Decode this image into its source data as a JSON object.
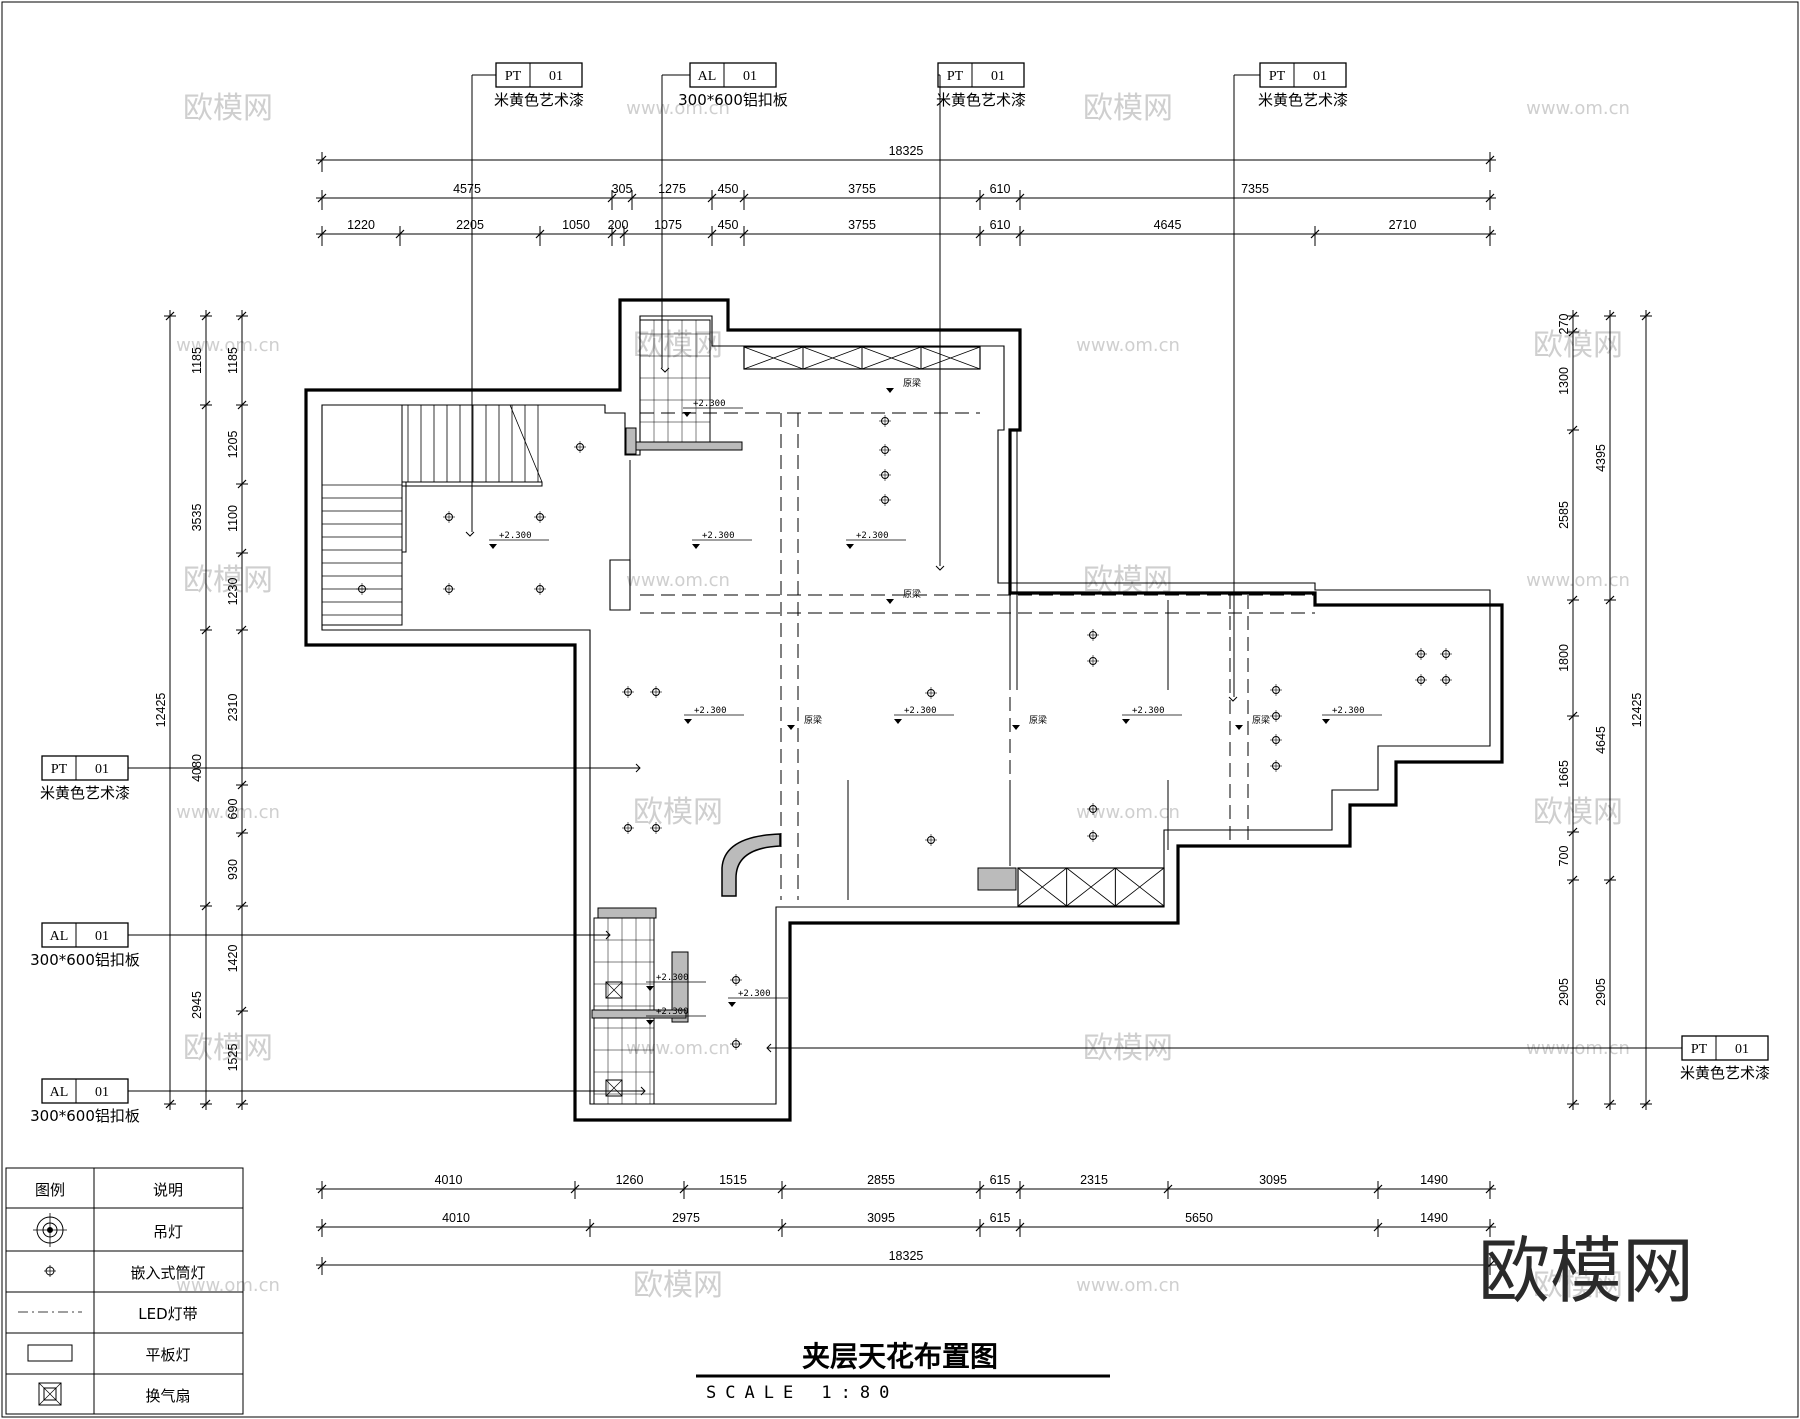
{
  "title": "夹层天花布置图",
  "scale": "SCALE 1:80",
  "logo": "欧模网",
  "watermark": {
    "cn": "欧模网",
    "url": "www.om.cn"
  },
  "annotation_tags": [
    {
      "code": "PT",
      "num": "01",
      "desc": "米黄色艺术漆"
    },
    {
      "code": "AL",
      "num": "01",
      "desc": "300*600铝扣板"
    },
    {
      "code": "PT",
      "num": "01",
      "desc": "米黄色艺术漆"
    },
    {
      "code": "PT",
      "num": "01",
      "desc": "米黄色艺术漆"
    },
    {
      "code": "PT",
      "num": "01",
      "desc": "米黄色艺术漆"
    },
    {
      "code": "AL",
      "num": "01",
      "desc": "300*600铝扣板"
    },
    {
      "code": "AL",
      "num": "01",
      "desc": "300*600铝扣板"
    },
    {
      "code": "PT",
      "num": "01",
      "desc": "米黄色艺术漆"
    }
  ],
  "dimensions": {
    "top_total": "18325",
    "top_row1": [
      "4575",
      "305",
      "1275",
      "450",
      "3755",
      "610",
      "7355"
    ],
    "top_row2": [
      "1220",
      "2205",
      "1050",
      "200",
      "1075",
      "450",
      "3755",
      "610",
      "4645",
      "2710"
    ],
    "bottom_row1": [
      "4010",
      "1260",
      "1515",
      "2855",
      "615",
      "2315",
      "3095",
      "1490"
    ],
    "bottom_row2": [
      "4010",
      "2975",
      "3095",
      "615",
      "5650",
      "1490"
    ],
    "bottom_total": "18325",
    "left_outer": "12425",
    "left_mid": [
      "1185",
      "3535",
      "4080",
      "2945"
    ],
    "left_inner": [
      "1185",
      "1205",
      "1100",
      "1230",
      "2310",
      "690",
      "930",
      "1420",
      "1525"
    ],
    "right_inner": [
      "270",
      "1300",
      "2585",
      "1800",
      "1665",
      "700",
      "2905"
    ],
    "right_mid": [
      "4395",
      "4645",
      "2905"
    ],
    "right_outer": "12425"
  },
  "level_mark": "+2.300",
  "beam_label": "原梁",
  "legend": {
    "headers": [
      "图例",
      "说明"
    ],
    "rows": [
      {
        "icon": "pendant-lamp-icon",
        "label": "吊灯"
      },
      {
        "icon": "recessed-downlight-icon",
        "label": "嵌入式筒灯"
      },
      {
        "icon": "led-strip-icon",
        "label": "LED灯带"
      },
      {
        "icon": "panel-light-icon",
        "label": "平板灯"
      },
      {
        "icon": "exhaust-fan-icon",
        "label": "换气扇"
      }
    ]
  }
}
